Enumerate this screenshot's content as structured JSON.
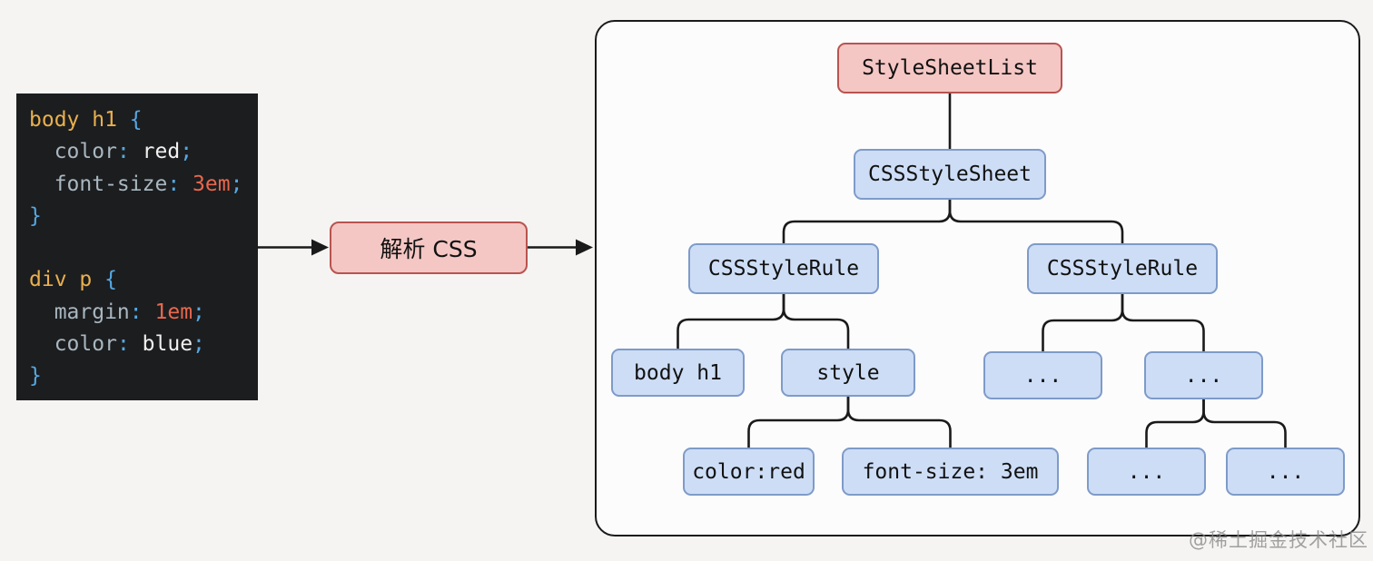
{
  "colors": {
    "page_bg": "#f5f4f2",
    "container_bg": "#fcfcfc",
    "line": "#1a1a1a",
    "code_bg": "#1c1d1f",
    "code_selector": "#e8b04e",
    "code_punct": "#55a8e2",
    "code_property": "#a9b7c0",
    "code_value": "#f0f0f0",
    "code_number": "#e8684e",
    "node_pink_fill": "#f4c7c4",
    "node_pink_border": "#b85450",
    "node_blue_fill": "#cdddf6",
    "node_blue_border": "#7e9bc8"
  },
  "code_block": {
    "lines": [
      [
        {
          "text": "body h1 ",
          "type": "selector"
        },
        {
          "text": "{",
          "type": "punct"
        }
      ],
      [
        {
          "text": "  color",
          "type": "prop"
        },
        {
          "text": ":",
          "type": "punct"
        },
        {
          "text": " ",
          "type": "plain"
        },
        {
          "text": "red",
          "type": "value"
        },
        {
          "text": ";",
          "type": "punct"
        }
      ],
      [
        {
          "text": "  font-size",
          "type": "prop"
        },
        {
          "text": ":",
          "type": "punct"
        },
        {
          "text": " ",
          "type": "plain"
        },
        {
          "text": "3em",
          "type": "number"
        },
        {
          "text": ";",
          "type": "punct"
        }
      ],
      [
        {
          "text": "}",
          "type": "punct"
        }
      ],
      [],
      [
        {
          "text": "div p ",
          "type": "selector"
        },
        {
          "text": "{",
          "type": "punct"
        }
      ],
      [
        {
          "text": "  margin",
          "type": "prop"
        },
        {
          "text": ":",
          "type": "punct"
        },
        {
          "text": " ",
          "type": "plain"
        },
        {
          "text": "1em",
          "type": "number"
        },
        {
          "text": ";",
          "type": "punct"
        }
      ],
      [
        {
          "text": "  color",
          "type": "prop"
        },
        {
          "text": ":",
          "type": "punct"
        },
        {
          "text": " ",
          "type": "plain"
        },
        {
          "text": "blue",
          "type": "value"
        },
        {
          "text": ";",
          "type": "punct"
        }
      ],
      [
        {
          "text": "}",
          "type": "punct"
        }
      ]
    ]
  },
  "parse_box": {
    "label": "解析 CSS"
  },
  "tree": {
    "root": {
      "label": "StyleSheetList"
    },
    "sheet": {
      "label": "CSSStyleSheet"
    },
    "rule_left": {
      "label": "CSSStyleRule"
    },
    "rule_right": {
      "label": "CSSStyleRule"
    },
    "selector": {
      "label": "body h1"
    },
    "style_attr": {
      "label": "style"
    },
    "ellipsis_mid_left": {
      "label": "..."
    },
    "ellipsis_mid_right": {
      "label": "..."
    },
    "decl_color": {
      "label": "color:red"
    },
    "decl_font_size": {
      "label": "font-size: 3em"
    },
    "ellipsis_bottom_left": {
      "label": "..."
    },
    "ellipsis_bottom_right": {
      "label": "..."
    }
  },
  "watermark": {
    "label": "@稀土掘金技术社区"
  }
}
